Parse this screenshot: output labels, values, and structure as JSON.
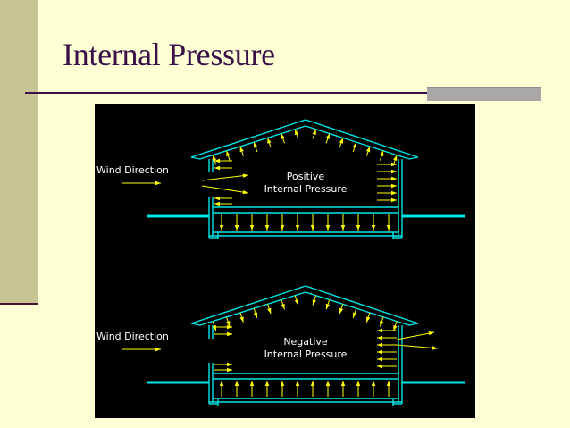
{
  "slide": {
    "title": "Internal Pressure"
  },
  "diagrams": [
    {
      "wind_label": "Wind Direction",
      "pressure_line1": "Positive",
      "pressure_line2": "Internal Pressure"
    },
    {
      "wind_label": "Wind Direction",
      "pressure_line1": "Negative",
      "pressure_line2": "Internal Pressure"
    }
  ],
  "colors": {
    "structure": "#00E5E5",
    "arrows": "#FFFF00",
    "background": "#000000",
    "label": "#FFFFFF",
    "title": "#3A1048"
  }
}
